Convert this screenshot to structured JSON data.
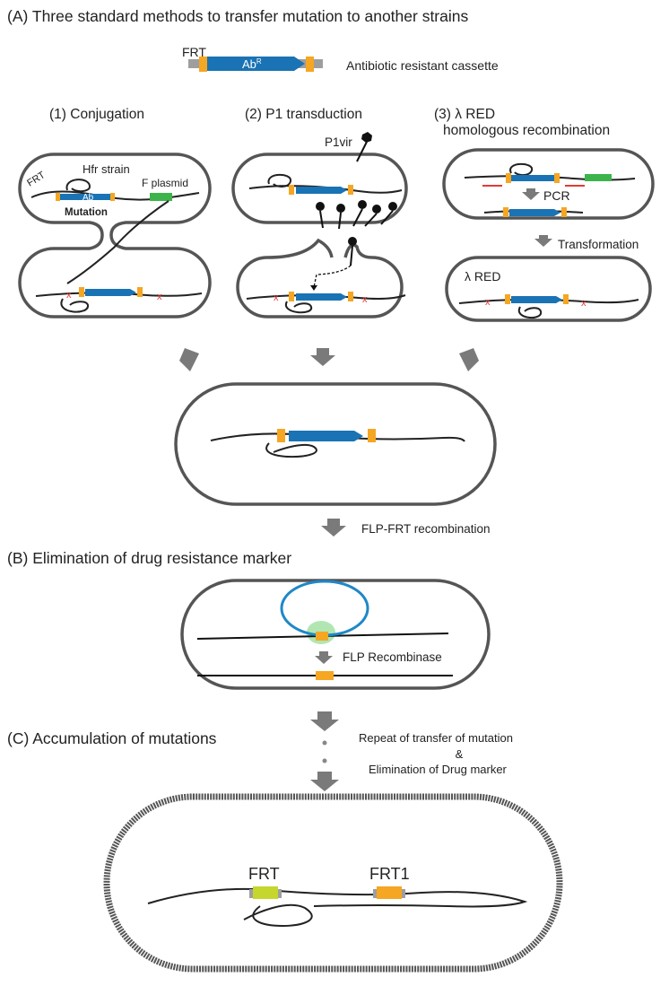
{
  "sections": {
    "a_title": "(A) Three standard methods to transfer mutation to another strains",
    "b_title": "(B) Elimination of drug resistance marker",
    "c_title": "(C) Accumulation of mutations"
  },
  "legend": {
    "frt_label": "FRT",
    "cassette_text": "Ab",
    "cassette_superscript": "R",
    "cassette_caption": "Antibiotic resistant cassette"
  },
  "methods": {
    "m1_title": "(1) Conjugation",
    "m2_title": "(2) P1 transduction",
    "m3_title_line1": "(3) λ RED",
    "m3_title_line2": "homologous recombination"
  },
  "conjugation": {
    "frt": "FRT",
    "hfr": "Hfr strain",
    "ab": "Ab",
    "mutation": "Mutation",
    "fplasmid": "F plasmid"
  },
  "transduction": {
    "p1vir": "P1vir"
  },
  "lambda": {
    "pcr": "PCR",
    "transformation": "Transformation",
    "red": "λ RED"
  },
  "flp": {
    "step": "FLP-FRT recombination",
    "recombinase": "FLP Recombinase"
  },
  "accumulation": {
    "repeat_line1": "Repeat of transfer of mutation",
    "repeat_line2": "&",
    "repeat_line3": "Elimination of Drug marker",
    "frt": "FRT",
    "frt1": "FRT1"
  },
  "colors": {
    "cassette": "#1a73b4",
    "frt": "#f5a623",
    "fplasmid": "#3cb44b",
    "frt_yellowgreen": "#c5d62e",
    "plasmid_loop": "#1e88c8",
    "recombinase_halo": "#9ee0a0",
    "cut_mark": "#e53935"
  }
}
